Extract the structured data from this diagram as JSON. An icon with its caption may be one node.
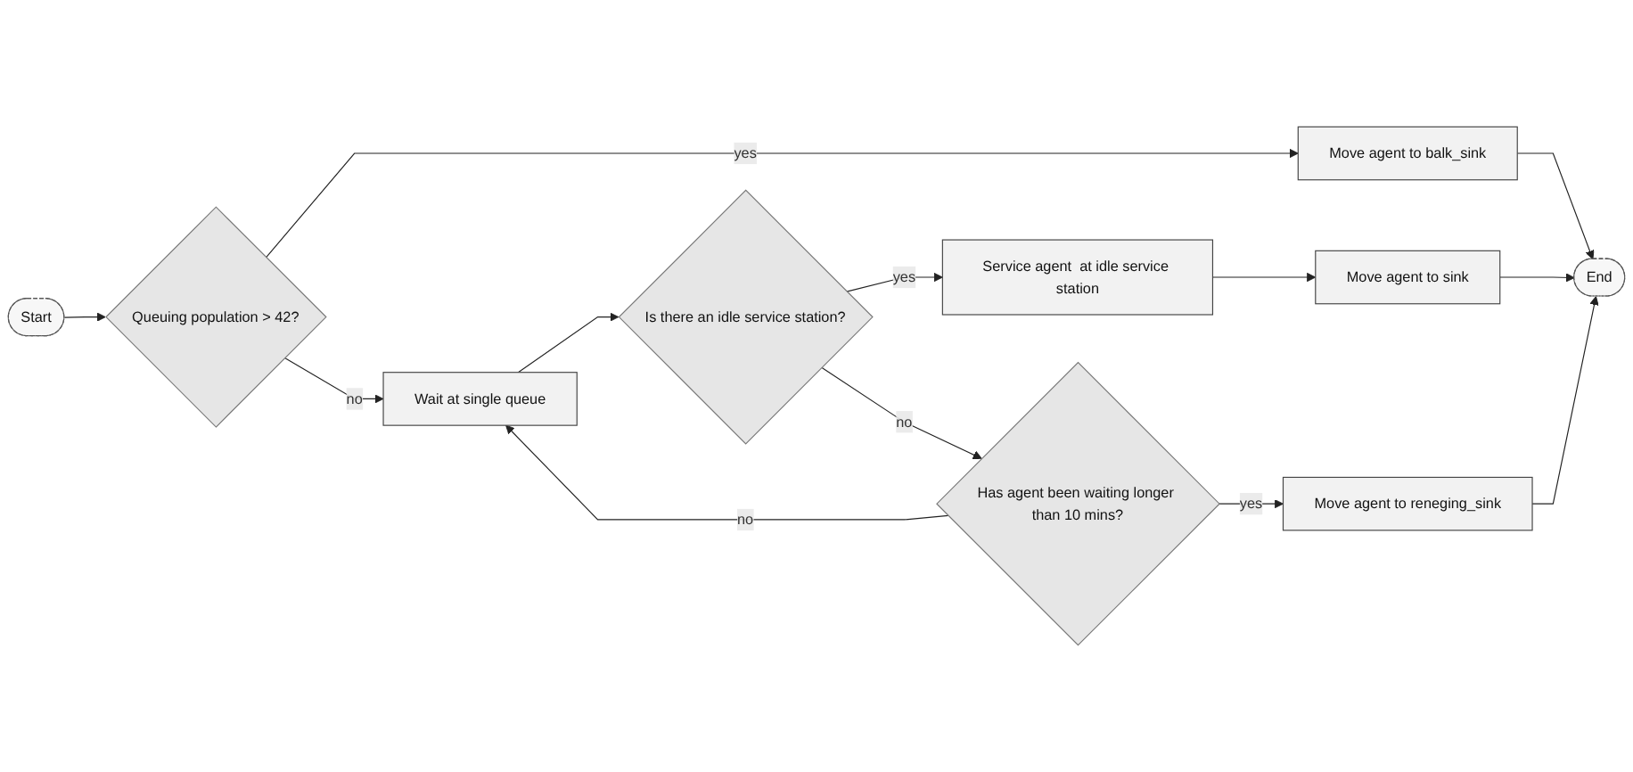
{
  "diagram": {
    "nodes": [
      {
        "text": [
          "Start"
        ]
      },
      {
        "text": [
          "Queuing population > 42?"
        ]
      },
      {
        "text": [
          "Move agent to balk_sink"
        ]
      },
      {
        "text": [
          "Wait at single queue"
        ]
      },
      {
        "text": [
          "Is there an idle service station?"
        ]
      },
      {
        "text": [
          "Service agent  at idle service station"
        ]
      },
      {
        "text": [
          "Move agent to sink"
        ]
      },
      {
        "text": [
          "End"
        ]
      },
      {
        "text": [
          "Has agent been waiting longer than 10 mins?"
        ]
      },
      {
        "text": [
          "Move agent to reneging_sink"
        ]
      }
    ],
    "edges": [
      {
        "from": 0,
        "to": 1,
        "arrow": "to"
      },
      {
        "from": 1,
        "to": 2,
        "arrow": "to",
        "label": "yes"
      },
      {
        "from": 1,
        "to": 3,
        "arrow": "to",
        "label": "no"
      },
      {
        "from": 3,
        "to": 4,
        "arrow": "to"
      },
      {
        "from": 4,
        "to": 5,
        "arrow": "to",
        "label": "yes"
      },
      {
        "from": 5,
        "to": 6,
        "arrow": "to"
      },
      {
        "from": 2,
        "to": 7,
        "arrow": "to"
      },
      {
        "from": 6,
        "to": 7,
        "arrow": "to"
      },
      {
        "from": 9,
        "to": 7,
        "arrow": "to"
      },
      {
        "from": 4,
        "to": 8,
        "arrow": "to",
        "label": "no"
      },
      {
        "from": 8,
        "to": 3,
        "arrow": "to",
        "label": "no"
      },
      {
        "from": 8,
        "to": 9,
        "arrow": "to",
        "label": "yes"
      }
    ]
  }
}
